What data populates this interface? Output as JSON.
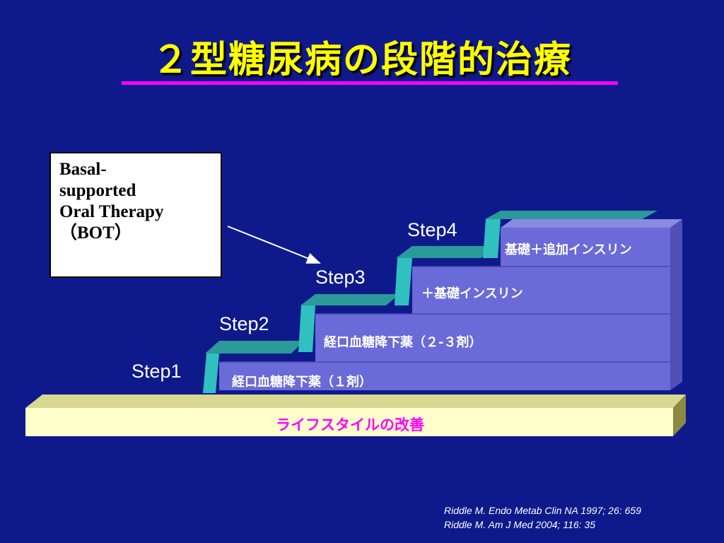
{
  "title": "２型糖尿病の段階的治療",
  "bot_box": {
    "lines": [
      "Basal-",
      "supported",
      "Oral Therapy",
      "（BOT）"
    ]
  },
  "steps": [
    "Step1",
    "Step2",
    "Step3",
    "Step4"
  ],
  "bars": [
    "経口血糖降下薬（１剤）",
    "経口血糖降下薬（２-３剤）",
    "＋基礎インスリン",
    "基礎＋追加インスリン"
  ],
  "foundation": "ライフスタイルの改善",
  "references": [
    "Riddle M. Endo Metab Clin NA 1997; 26: 659",
    "Riddle M. Am J Med 2004; 116: 35"
  ],
  "colors": {
    "background": "#0e1a8c",
    "title": "#ffff00",
    "underline": "#ff00ff",
    "bar_fill": "#6a6ad8",
    "stair_teal": "#2bb0b0",
    "foundation_fill": "#ffffcc",
    "foundation_text": "#ff00ff"
  }
}
